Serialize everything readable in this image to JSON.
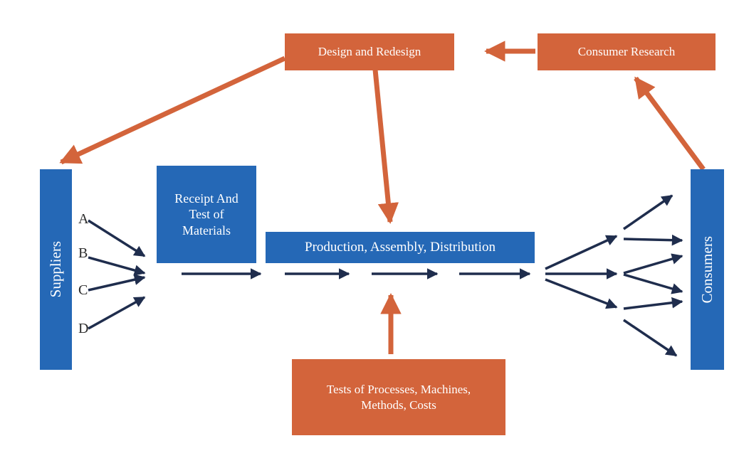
{
  "colors": {
    "accent_orange": "#d3643b",
    "accent_blue": "#2568b6",
    "arrow_navy": "#1f2d4d",
    "text_white": "#ffffff"
  },
  "boxes": {
    "design": "Design and Redesign",
    "consumer_research": "Consumer Research",
    "suppliers": "Suppliers",
    "receipt": "Receipt And Test of Materials",
    "production": "Production, Assembly, Distribution",
    "tests": "Tests of Processes, Machines, Methods, Costs",
    "consumers": "Consumers"
  },
  "supplier_letters": [
    "A",
    "B",
    "C",
    "D"
  ]
}
